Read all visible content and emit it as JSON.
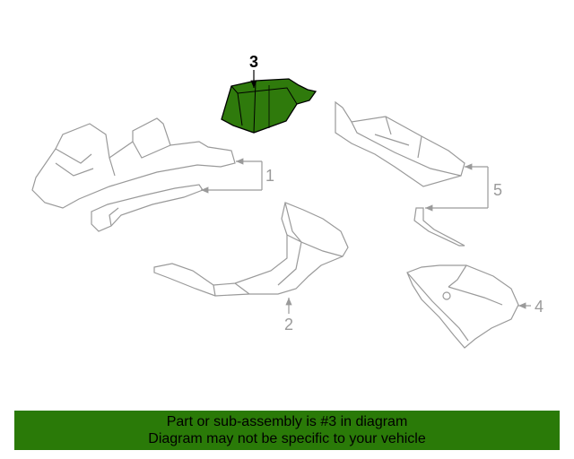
{
  "diagram": {
    "callouts": {
      "c1": "1",
      "c2": "2",
      "c3": "3",
      "c4": "4",
      "c5": "5"
    },
    "highlight_color": "#2f7a0c",
    "outline_color": "#9a9a9a"
  },
  "footer": {
    "line1": "Part or sub-assembly is #3 in diagram",
    "line2": "Diagram may not be specific to your vehicle",
    "background": "#2a7a08"
  }
}
